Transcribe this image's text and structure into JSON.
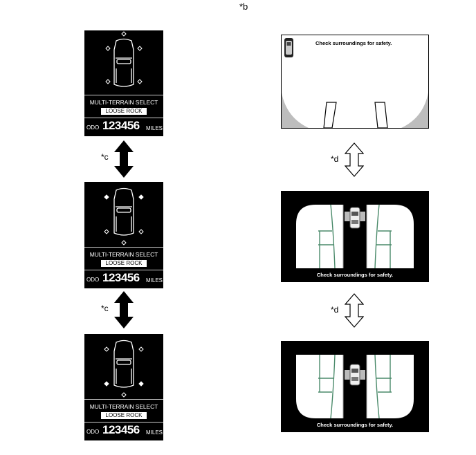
{
  "labels": {
    "b": "*b",
    "c1": "*c",
    "c2": "*c",
    "d1": "*d",
    "d2": "*d"
  },
  "displays": [
    {
      "title": "MULTI-TERRAIN SELECT",
      "mode": "LOOSE ROCK",
      "odo_label": "ODO",
      "odometer": "123456",
      "unit": "MILES"
    },
    {
      "title": "MULTI-TERRAIN SELECT",
      "mode": "LOOSE ROCK",
      "odo_label": "ODO",
      "odometer": "123456",
      "unit": "MILES"
    },
    {
      "title": "MULTI-TERRAIN SELECT",
      "mode": "LOOSE ROCK",
      "odo_label": "ODO",
      "odometer": "123456",
      "unit": "MILES"
    }
  ],
  "screens": [
    {
      "message": "Check surroundings for safety."
    },
    {
      "message": "Check surroundings for safety."
    },
    {
      "message": "Check surroundings for safety."
    }
  ],
  "colors": {
    "display_bg": "#000000",
    "outline": "#ffffff",
    "guide_line": "#4a8a6a",
    "ground_shade": "#bdbdbd"
  }
}
